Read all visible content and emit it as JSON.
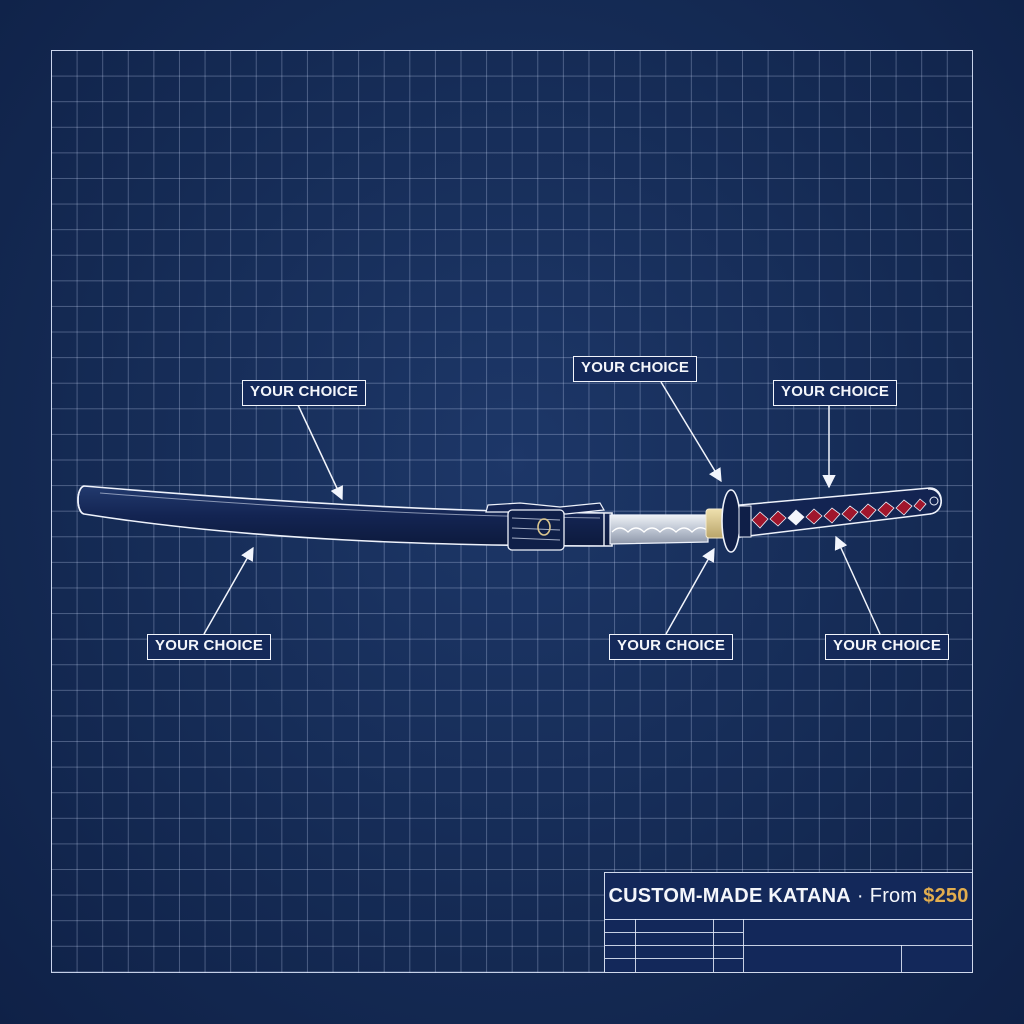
{
  "callouts": [
    {
      "id": "saya-top",
      "text": "YOUR CHOICE"
    },
    {
      "id": "saya-bottom",
      "text": "YOUR CHOICE"
    },
    {
      "id": "tsuba-top",
      "text": "YOUR CHOICE"
    },
    {
      "id": "tsuba-bottom",
      "text": "YOUR CHOICE"
    },
    {
      "id": "ito-top",
      "text": "YOUR CHOICE"
    },
    {
      "id": "tsuka-bottom",
      "text": "YOUR CHOICE"
    }
  ],
  "title_block": {
    "product": "CUSTOM-MADE KATANA",
    "separator": "·",
    "from_label": "From",
    "price": "$250"
  },
  "colors": {
    "background": "#152b55",
    "grid_line": "#cddafa",
    "saya": "#132452",
    "habaki": "#d9c58e",
    "ito_diamond": "#a0162c",
    "price": "#e2ad4e"
  }
}
